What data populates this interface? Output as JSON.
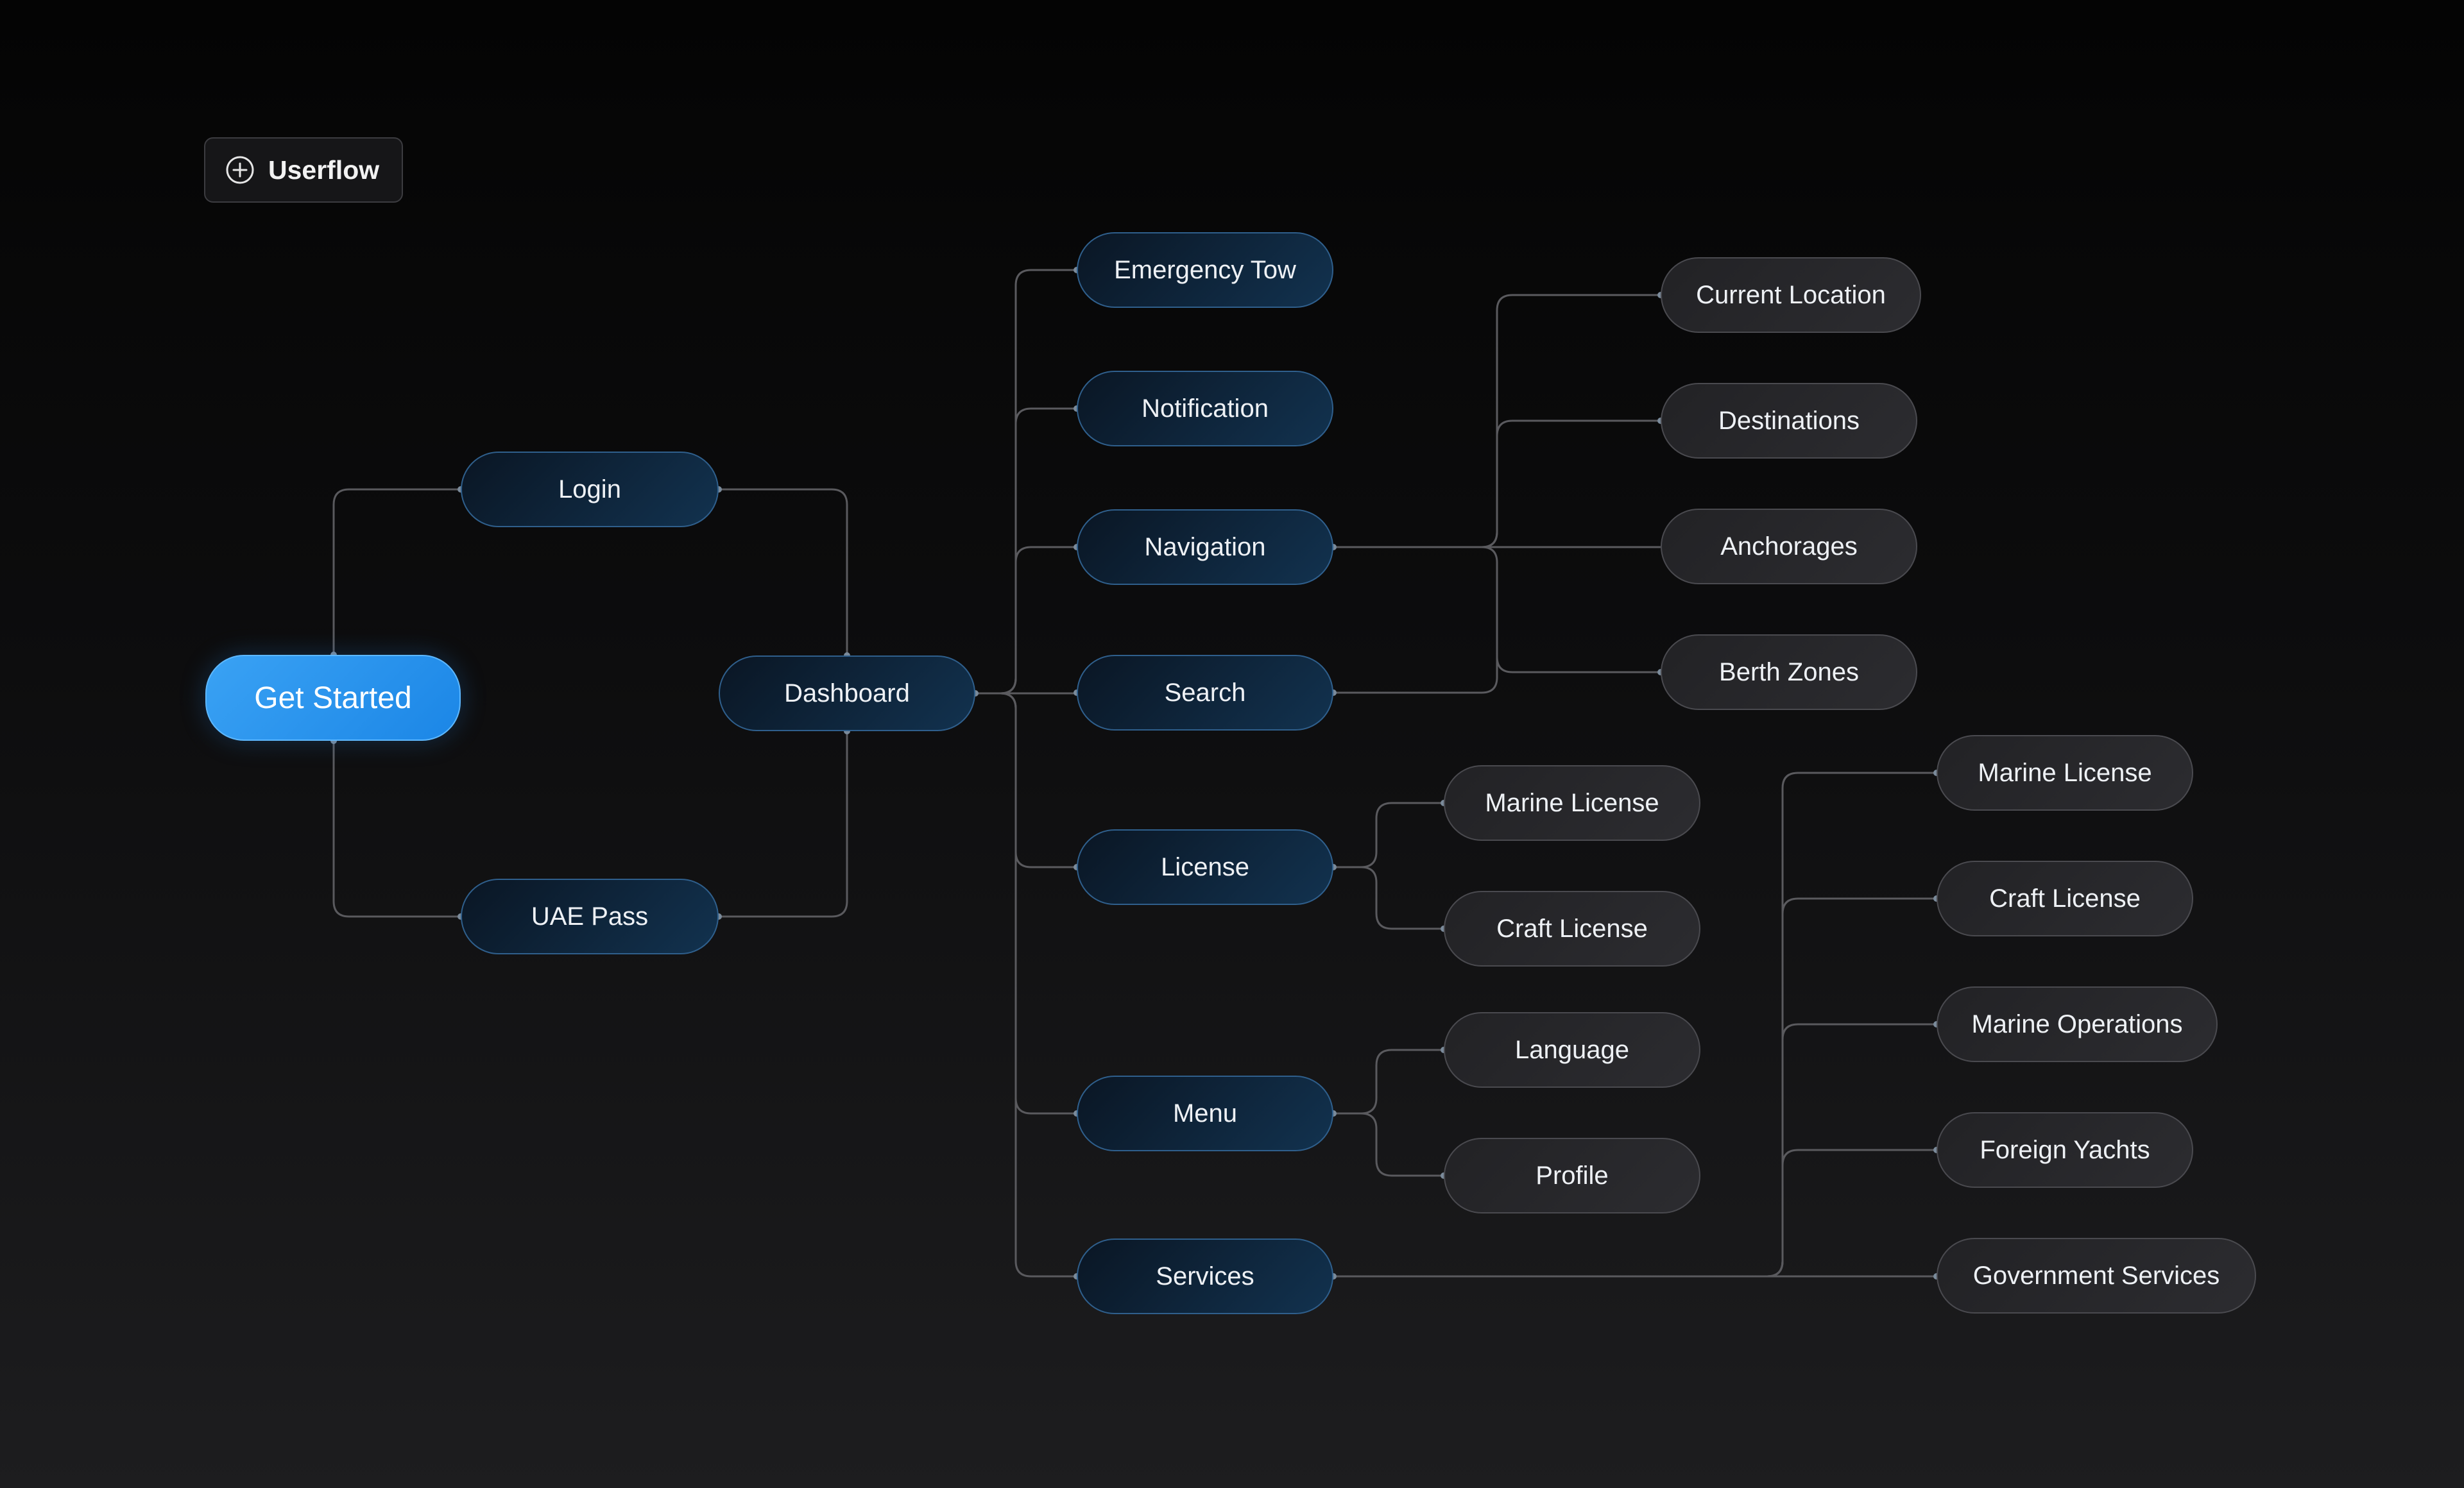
{
  "header": {
    "badge_label": "Userflow",
    "badge_icon": "plus-circle-icon"
  },
  "colors": {
    "primary": "#2196F3",
    "node_blue": "#12324F",
    "node_gray": "#2A2A2E",
    "edge": "#5A5A5E"
  },
  "nodes": {
    "get_started": "Get Started",
    "login": "Login",
    "uae_pass": "UAE Pass",
    "dashboard": "Dashboard",
    "emergency_tow": "Emergency Tow",
    "notification": "Notification",
    "navigation": "Navigation",
    "search": "Search",
    "license": "License",
    "menu": "Menu",
    "services": "Services",
    "current_location": "Current Location",
    "destinations": "Destinations",
    "anchorages": "Anchorages",
    "berth_zones": "Berth Zones",
    "license_marine": "Marine License",
    "license_craft": "Craft License",
    "language": "Language",
    "profile": "Profile",
    "svc_marine_license": "Marine License",
    "svc_craft_license": "Craft License",
    "svc_marine_operations": "Marine Operations",
    "svc_foreign_yachts": "Foreign Yachts",
    "svc_government_services": "Government Services"
  }
}
